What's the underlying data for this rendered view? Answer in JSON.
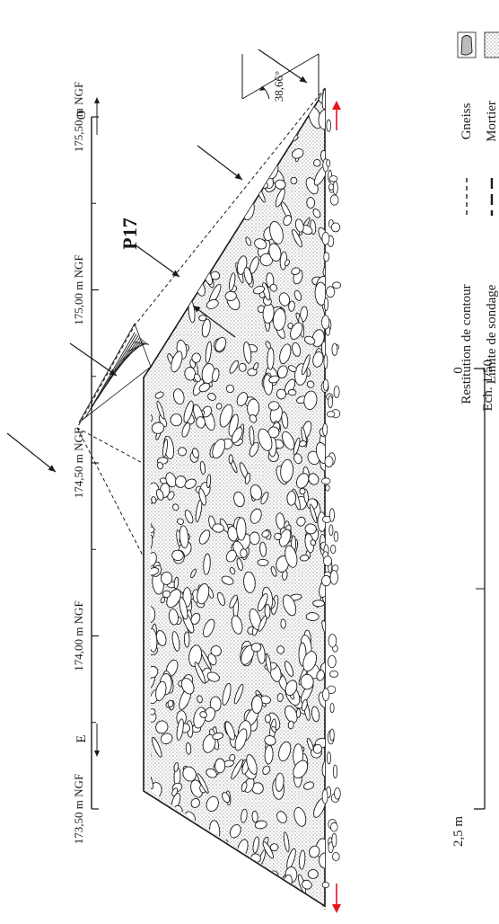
{
  "title": "P17",
  "angle_label": "38,66°",
  "directions": {
    "west": "O",
    "east": "E"
  },
  "elevation_axis": {
    "ticks": [
      {
        "value": 175.5,
        "label": "175,50 m NGF"
      },
      {
        "value": 175.0,
        "label": "175,00 m NGF"
      },
      {
        "value": 174.5,
        "label": "174,50 m NGF"
      },
      {
        "value": 174.0,
        "label": "174,00 m NGF"
      },
      {
        "value": 173.5,
        "label": "173,50 m NGF"
      }
    ]
  },
  "scale_bar": {
    "start_label": "0",
    "end_label": "2,5 m",
    "ratio_label": "Ech. 1/50"
  },
  "legend": {
    "materials": [
      {
        "name": "gneiss",
        "label": "Gneiss"
      },
      {
        "name": "mortier",
        "label": "Mortier"
      }
    ],
    "lines": [
      {
        "name": "contour",
        "label": "Restitution de contour"
      },
      {
        "name": "sondage",
        "label": "Limite de sondage"
      }
    ]
  },
  "colors": {
    "ink": "#1a1a1a",
    "marker_arrow": "#e8141b",
    "stone_fill": "#ffffff"
  }
}
